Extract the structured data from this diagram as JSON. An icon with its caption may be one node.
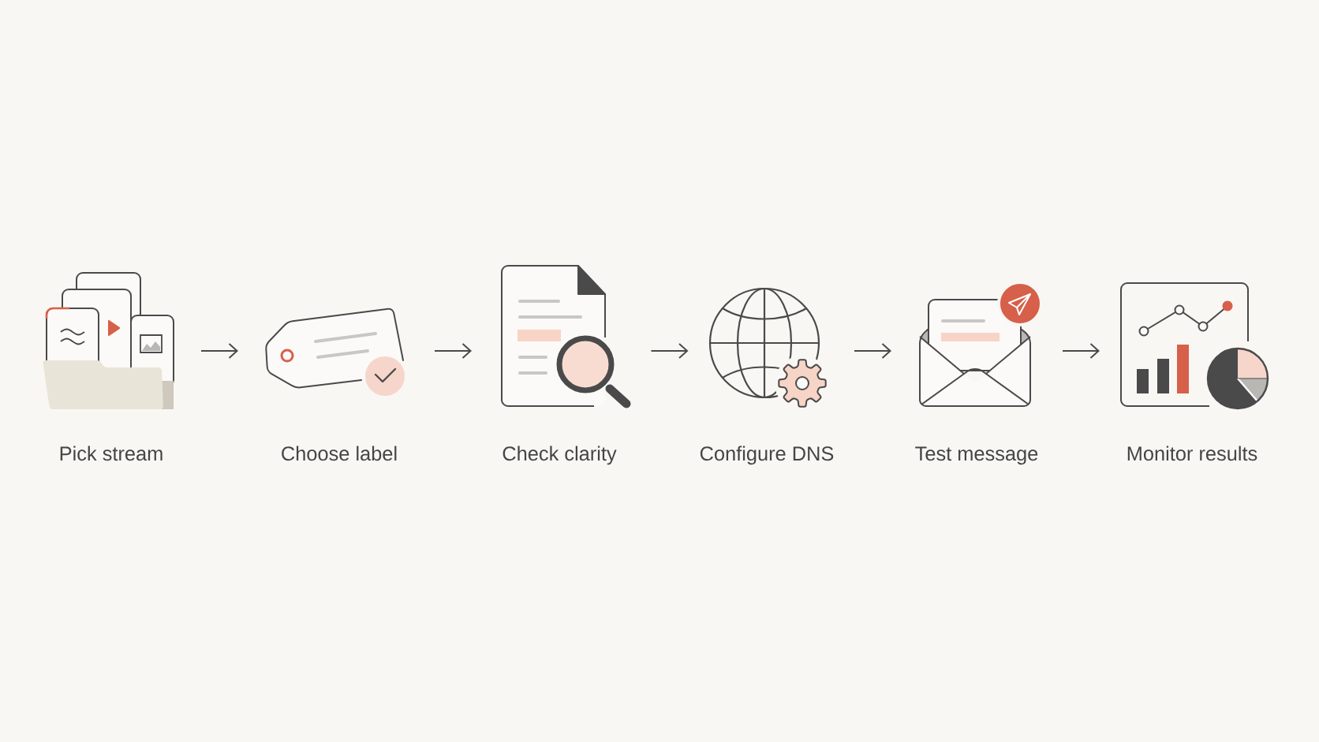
{
  "diagram": {
    "nodes": [
      {
        "text": [
          "Pick stream"
        ]
      },
      {
        "text": [
          "Choose label"
        ]
      },
      {
        "text": [
          "Check clarity"
        ]
      },
      {
        "text": [
          "Configure DNS"
        ]
      },
      {
        "text": [
          "Test message"
        ]
      },
      {
        "text": [
          "Monitor results"
        ]
      }
    ],
    "edges": [
      {
        "from": 0,
        "to": 1,
        "arrow": "to"
      },
      {
        "from": 1,
        "to": 2,
        "arrow": "to"
      },
      {
        "from": 2,
        "to": 3,
        "arrow": "to"
      },
      {
        "from": 3,
        "to": 4,
        "arrow": "to"
      },
      {
        "from": 4,
        "to": 5,
        "arrow": "to"
      }
    ]
  }
}
